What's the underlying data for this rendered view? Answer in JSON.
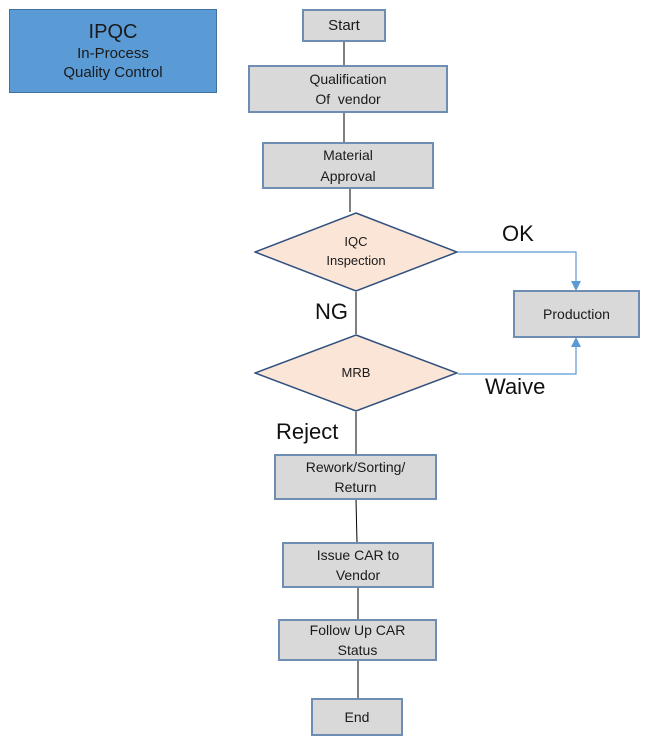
{
  "title": {
    "main": "IPQC",
    "line1": "In-Process",
    "line2": "Quality Control"
  },
  "nodes": {
    "start": {
      "line1": "Start"
    },
    "qualification": {
      "line1": "Qualification",
      "line2": "Of  vendor"
    },
    "material_approval": {
      "line1": "Material",
      "line2": "Approval"
    },
    "iqc_inspection": {
      "line1": "IQC",
      "line2": "Inspection"
    },
    "production": {
      "line1": "Production"
    },
    "mrb": {
      "line1": "MRB"
    },
    "rework": {
      "line1": "Rework/Sorting/",
      "line2": "Return"
    },
    "issue_car": {
      "line1": "Issue CAR to",
      "line2": "Vendor"
    },
    "follow_up": {
      "line1": "Follow Up CAR",
      "line2": "Status"
    },
    "end": {
      "line1": "End"
    }
  },
  "edge_labels": {
    "ok": "OK",
    "ng": "NG",
    "waive": "Waive",
    "reject": "Reject"
  },
  "colors": {
    "title_fill": "#5b9bd5",
    "process_fill": "#d9d9d9",
    "process_border": "#6d8db3",
    "decision_fill": "#fbe5d6",
    "decision_border": "#2f4f7f",
    "arrow": "#5b9bd5",
    "connector": "#000000"
  }
}
